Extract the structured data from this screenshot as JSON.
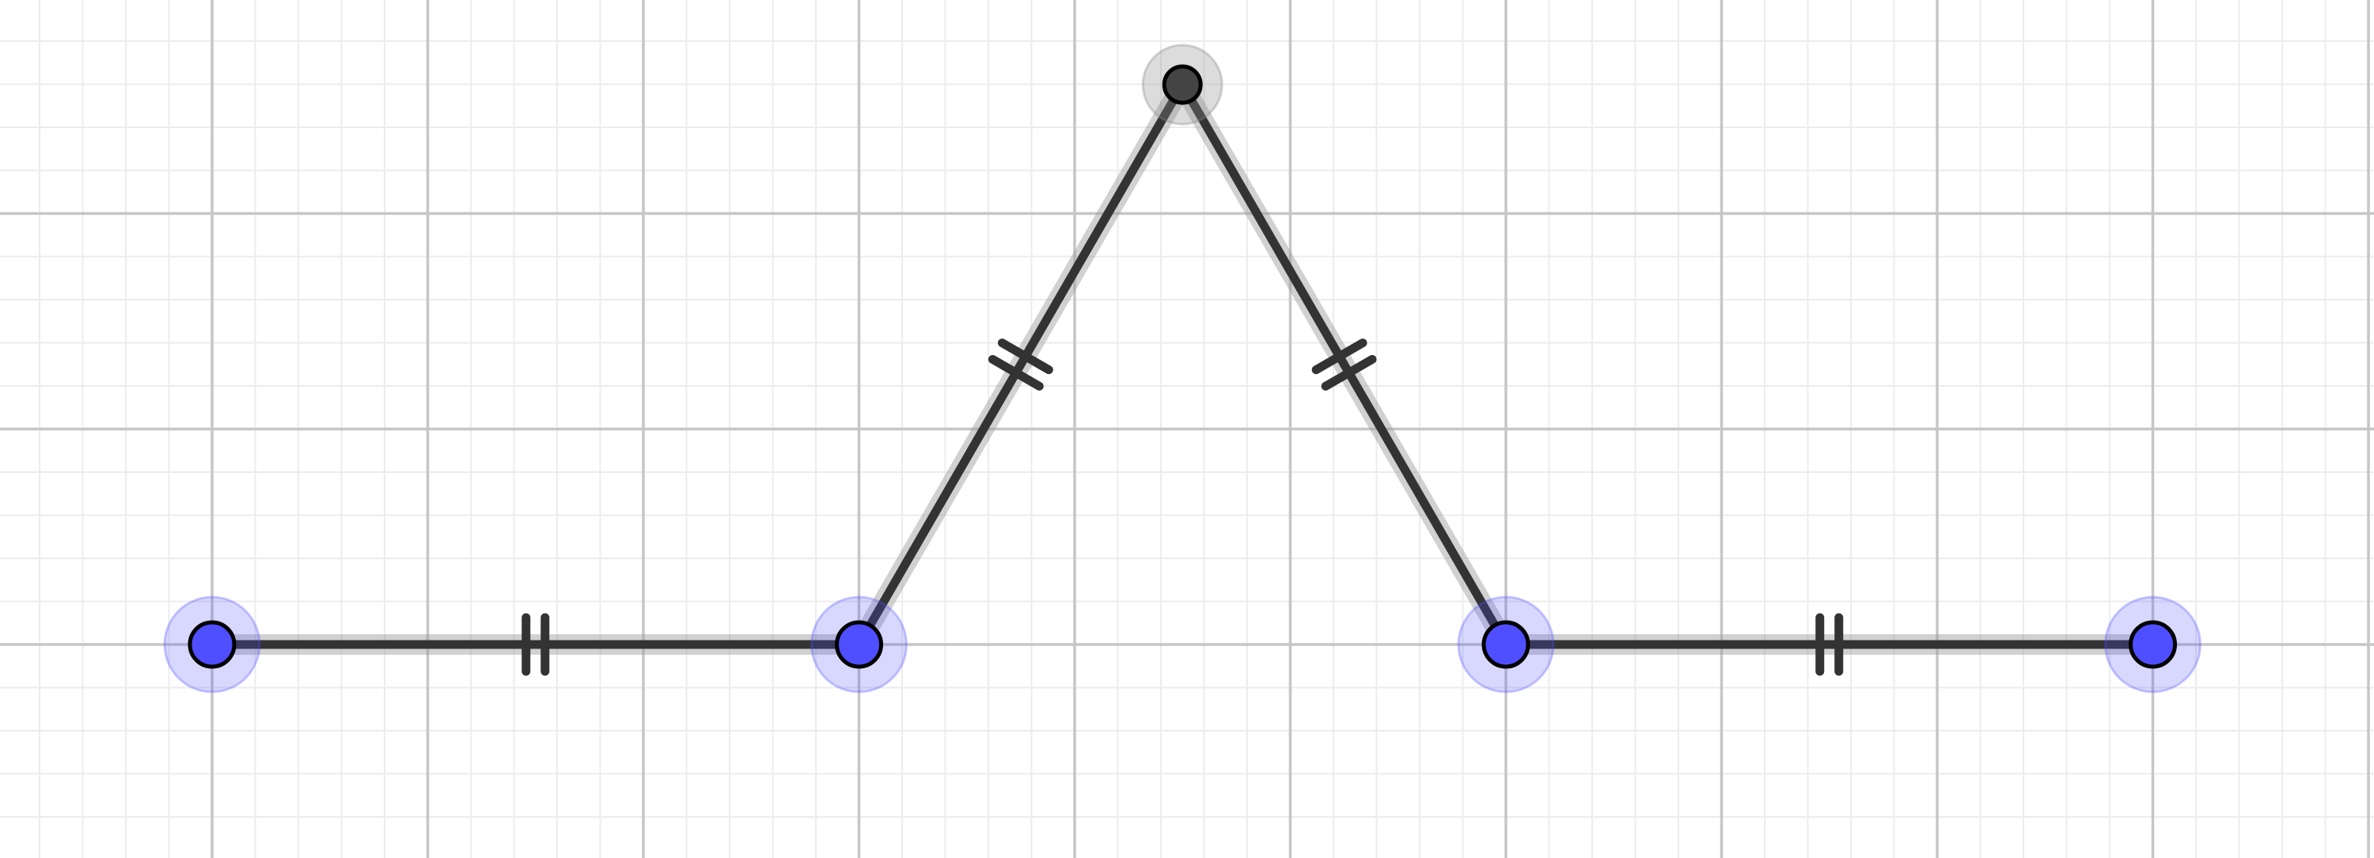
{
  "construction": {
    "tool": "geometry-graphing",
    "grid": {
      "shown": true,
      "minor_lines": true
    },
    "colors": {
      "background": "#ffffff",
      "major_grid": "#c6c6c6",
      "minor_grid": "#ececec",
      "segment": "#333333",
      "segment_highlight": "#9a9a9a",
      "free_point": "#4f4fff",
      "free_point_halo": "#4f4fff",
      "dependent_point": "#444444",
      "dependent_point_halo": "#8a8a8a",
      "point_outline": "#000000"
    },
    "points": [
      {
        "id": "A",
        "kind": "free",
        "x": 0,
        "y": 0
      },
      {
        "id": "B",
        "kind": "free",
        "x": 3,
        "y": 0
      },
      {
        "id": "C",
        "kind": "dependent",
        "x": 4.5,
        "y": 2.598
      },
      {
        "id": "D",
        "kind": "free",
        "x": 6,
        "y": 0
      },
      {
        "id": "E",
        "kind": "free",
        "x": 9,
        "y": 0
      }
    ],
    "segments": [
      {
        "id": "AB",
        "from": "A",
        "to": "B",
        "tick_marks": 2
      },
      {
        "id": "BC",
        "from": "B",
        "to": "C",
        "tick_marks": 2
      },
      {
        "id": "CD",
        "from": "C",
        "to": "D",
        "tick_marks": 2
      },
      {
        "id": "DE",
        "from": "D",
        "to": "E",
        "tick_marks": 2
      }
    ]
  }
}
